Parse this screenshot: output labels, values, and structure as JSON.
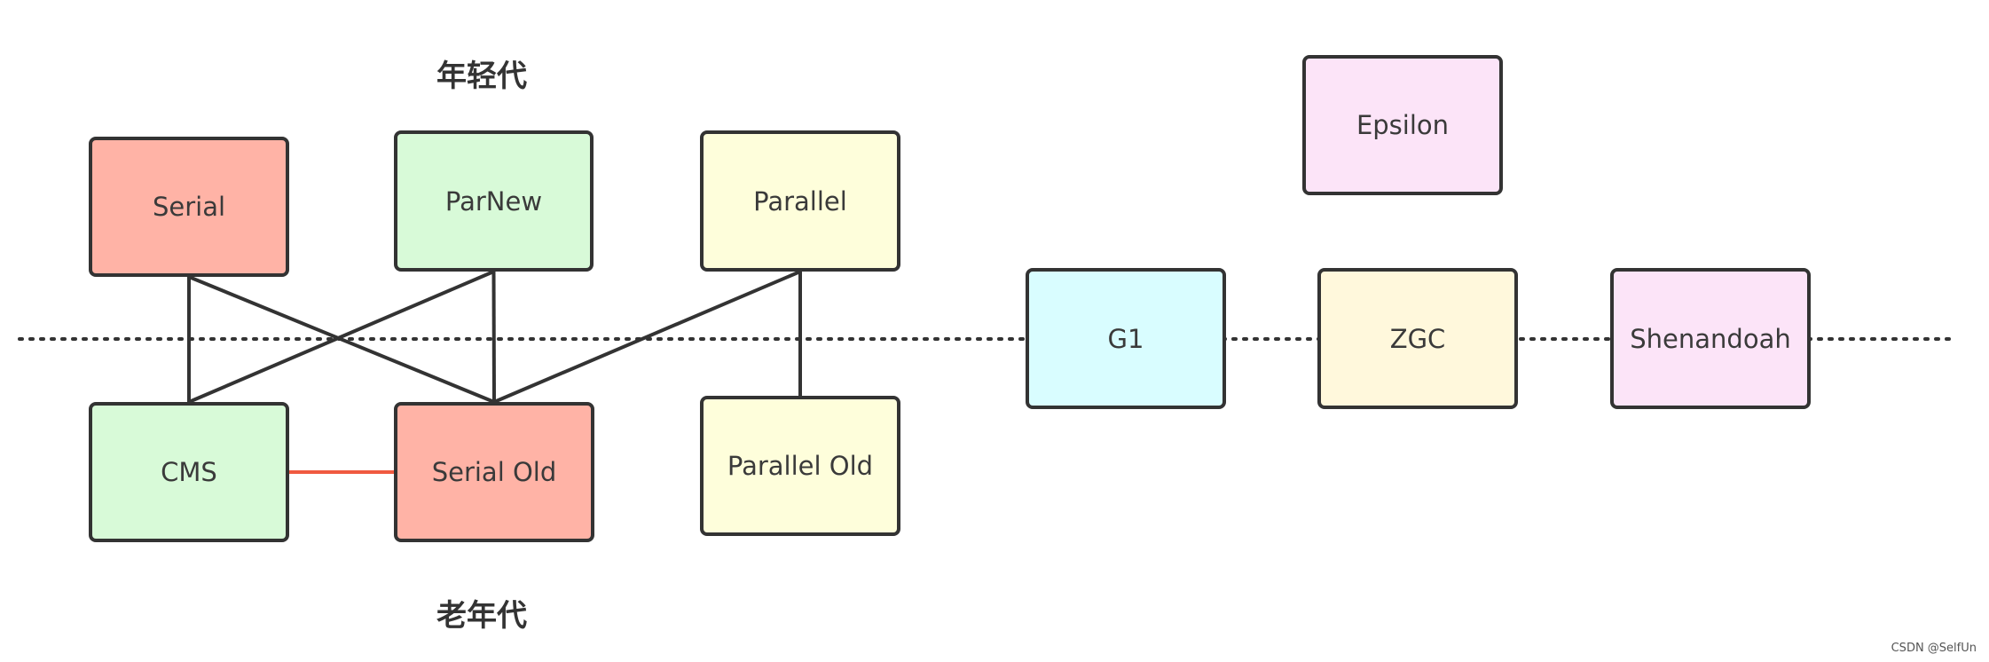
{
  "regions": {
    "young_generation": "年轻代",
    "old_generation": "老年代"
  },
  "nodes": {
    "serial": {
      "label": "Serial",
      "fill": "#ffb3a6"
    },
    "parnew": {
      "label": "ParNew",
      "fill": "#d8fad8"
    },
    "parallel": {
      "label": "Parallel",
      "fill": "#fefedb"
    },
    "cms": {
      "label": "CMS",
      "fill": "#d8fad8"
    },
    "serial_old": {
      "label": "Serial Old",
      "fill": "#ffb3a6"
    },
    "parallel_old": {
      "label": "Parallel Old",
      "fill": "#fefedb"
    },
    "g1": {
      "label": "G1",
      "fill": "#d9fdff"
    },
    "zgc": {
      "label": "ZGC",
      "fill": "#fff8dc"
    },
    "shenandoah": {
      "label": "Shenandoah",
      "fill": "#fce4f8"
    },
    "epsilon": {
      "label": "Epsilon",
      "fill": "#fce4f8"
    }
  },
  "edges": [
    {
      "from": "serial",
      "to": "cms",
      "color": "#333333"
    },
    {
      "from": "serial",
      "to": "serial_old",
      "color": "#333333"
    },
    {
      "from": "parnew",
      "to": "cms",
      "color": "#333333"
    },
    {
      "from": "parnew",
      "to": "serial_old",
      "color": "#333333"
    },
    {
      "from": "parallel",
      "to": "serial_old",
      "color": "#333333"
    },
    {
      "from": "parallel",
      "to": "parallel_old",
      "color": "#333333"
    },
    {
      "from": "cms",
      "to": "serial_old",
      "color": "#f05a40"
    }
  ],
  "divider": {
    "style": "dotted",
    "color": "#333333"
  },
  "watermark": "CSDN @SelfUn"
}
